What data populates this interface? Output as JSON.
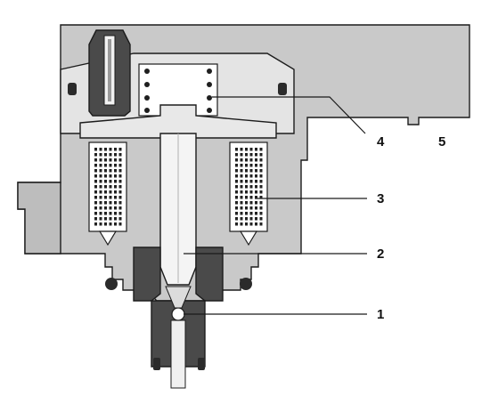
{
  "callouts": {
    "c1": "1",
    "c2": "2",
    "c3": "3",
    "c4": "4",
    "c5": "5"
  },
  "colors": {
    "housing": "#c9c9c9",
    "housing_light": "#e4e4e4",
    "dark_part": "#4a4a4a",
    "seal": "#2b2b2b",
    "coil_white": "#ffffff",
    "coil_dots": "#222222",
    "background": "#ffffff"
  }
}
